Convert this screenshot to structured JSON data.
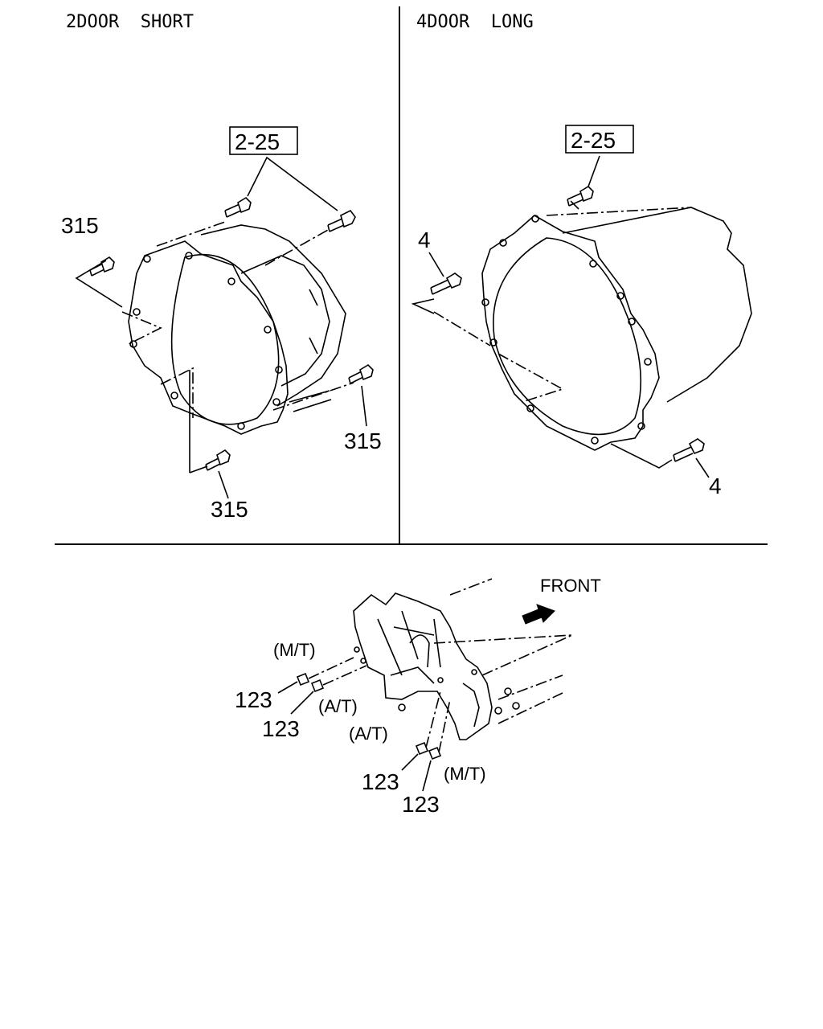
{
  "panels": {
    "left": {
      "title": "2DOOR  SHORT"
    },
    "right": {
      "title": "4DOOR  LONG"
    },
    "bottom": {
      "front_label": "FRONT"
    }
  },
  "callouts": {
    "left_ref": "2-25",
    "left_bolt_a": "315",
    "left_bolt_b": "315",
    "left_bolt_c": "315",
    "right_ref": "2-25",
    "right_bolt_a": "4",
    "right_bolt_b": "4",
    "pin_1": "123",
    "pin_2": "123",
    "pin_3": "123",
    "pin_4": "123",
    "mt_1": "(M/T)",
    "at_1": "(A/T)",
    "at_2": "(A/T)",
    "mt_2": "(M/T)"
  }
}
